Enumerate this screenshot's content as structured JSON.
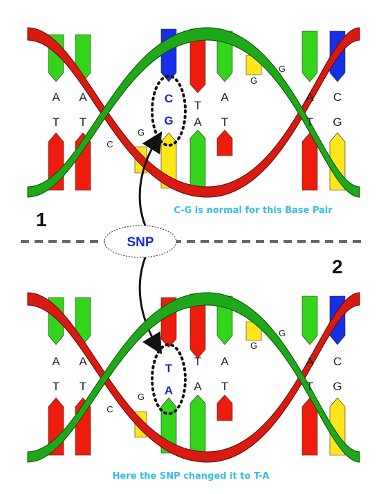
{
  "colors": {
    "green": "#33d41a",
    "red": "#ee1c0c",
    "blue": "#1630e8",
    "yellow": "#ffe61a",
    "strand_green": "#1fa81a",
    "strand_red": "#d81a10",
    "caption": "#33bde8",
    "snp_text": "#1a2ad8"
  },
  "panel1": {
    "number": "1",
    "top_letters": [
      "A",
      "A",
      "C",
      "T",
      "A",
      "A",
      "C"
    ],
    "bottom_letters": [
      "T",
      "T",
      "G",
      "A",
      "T",
      "T",
      "G"
    ],
    "snp_top": "C",
    "snp_bottom": "G",
    "small_letters": [
      "C",
      "G",
      "G",
      "G"
    ],
    "caption": "C-G is normal for this Base Pair"
  },
  "panel2": {
    "number": "2",
    "top_letters": [
      "A",
      "A",
      "T",
      "A",
      "A",
      "C"
    ],
    "bottom_letters": [
      "T",
      "T",
      "A",
      "T",
      "T",
      "G"
    ],
    "snp_top": "T",
    "snp_bottom": "A",
    "small_letters": [
      "C",
      "G",
      "G",
      "G"
    ],
    "caption": "Here the SNP changed it to T-A"
  },
  "snp_label": "SNP"
}
